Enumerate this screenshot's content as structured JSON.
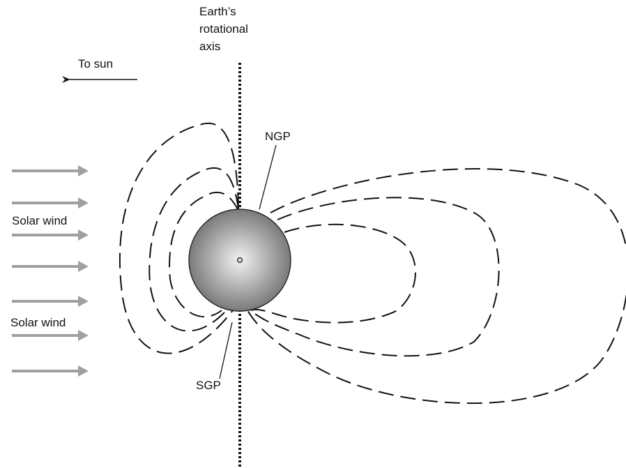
{
  "labels": {
    "axis_line1": "Earth’s",
    "axis_line2": "rotational",
    "axis_line3": "axis",
    "to_sun": "To sun",
    "solar_wind_upper": "Solar wind",
    "solar_wind_lower": "Solar wind",
    "ngp": "NGP",
    "sgp": "SGP"
  },
  "colors": {
    "wind_arrow": "#a0a0a0",
    "earth_light": "#f2f2f2",
    "earth_dark": "#7a7a7a",
    "line": "#111111"
  },
  "icons": {
    "sun_direction": "left-arrow-icon",
    "solar_wind": "right-arrow-icon"
  }
}
